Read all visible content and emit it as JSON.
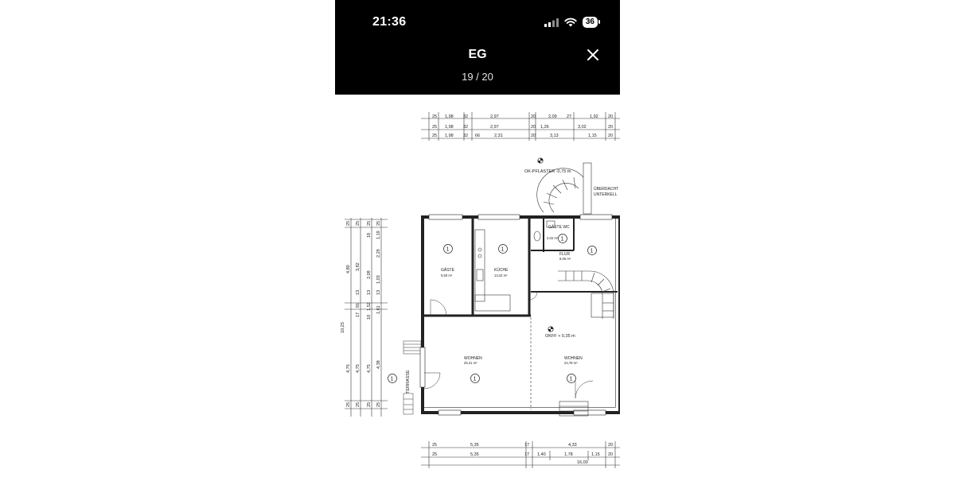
{
  "status_bar": {
    "time": "21:36",
    "battery": "36",
    "icons": [
      "signal-icon",
      "wifi-icon",
      "battery-icon"
    ]
  },
  "viewer": {
    "title": "EG",
    "counter": "19 / 20",
    "close_icon": "close-icon"
  },
  "floorplan": {
    "top_dims_row1": [
      "25",
      "1,98",
      "32",
      "2,97",
      "20",
      "2,09",
      "27",
      "1,92",
      "20"
    ],
    "top_dims_row2": [
      "25",
      "1,98",
      "32",
      "2,97",
      "20",
      "1,26",
      "3,02",
      "20"
    ],
    "top_dims_row3": [
      "25",
      "1,98",
      "32",
      "66",
      "2,31",
      "20",
      "3,13",
      "1,15",
      "20"
    ],
    "bottom_dims_row1": [
      "25",
      "5,35",
      "17",
      "4,33",
      "20"
    ],
    "bottom_dims_row2": [
      "25",
      "5,35",
      "17",
      "1,40",
      "1,78",
      "1,15",
      "20"
    ],
    "bottom_total": "16,00",
    "left_dims_a": [
      "25",
      "4,80",
      "10,25",
      "4,75",
      "25"
    ],
    "left_dims_b": [
      "25",
      "3,82",
      "13",
      "81",
      "17",
      "4,75",
      "25"
    ],
    "left_dims_c": [
      "25",
      "18",
      "2,09",
      "13",
      "1,52",
      "10",
      "4,75",
      "25"
    ],
    "left_dims_d": [
      "25",
      "1,19",
      "2,29",
      "1,03",
      "13",
      "1,61",
      "4,38",
      "25"
    ],
    "ok_pflaster": "OK-PFLASTER  -0,75 m",
    "okff": "OKFF + 0,35 m",
    "uberdacht_1": "ÜBERDACHT",
    "uberdacht_2": "UNTERKELL",
    "terrasse": "TERRASSE",
    "room_marker": "1",
    "rooms": [
      {
        "name": "GÄSTE",
        "area": "9,50 m²"
      },
      {
        "name": "KÜCHE",
        "area": "13,22 m²"
      },
      {
        "name": "GÄSTE WC",
        "area": "2,02 m²"
      },
      {
        "name": "FLUR",
        "area": "8,05 m²"
      },
      {
        "name": "WOHNEN",
        "area": "25,41 m²"
      },
      {
        "name": "WOHNEN",
        "area": "24,78 m²"
      }
    ]
  }
}
